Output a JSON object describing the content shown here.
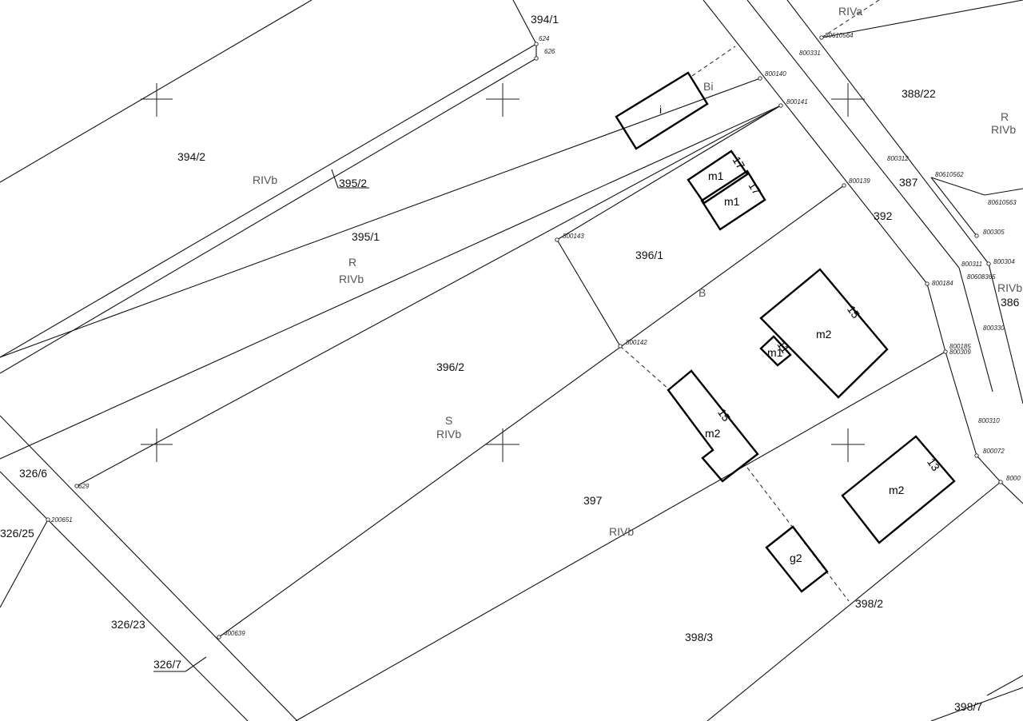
{
  "parcels": {
    "p394_1": "394/1",
    "p394_2": "394/2",
    "p395_2": "395/2",
    "p395_1": "395/1",
    "p396_1": "396/1",
    "p396_2": "396/2",
    "p397": "397",
    "p398_3": "398/3",
    "p398_2": "398/2",
    "p398_7": "398/7",
    "p388_22": "388/22",
    "p387": "387",
    "p392": "392",
    "p386": "386",
    "p326_6": "326/6",
    "p326_25": "326/25",
    "p326_23": "326/23",
    "p326_7": "326/7"
  },
  "land_use": {
    "rivb_a": "RIVb",
    "r_a": "R",
    "rivb_b": "RIVb",
    "s": "S",
    "rivb_c": "RIVb",
    "rivb_d": "RIVb",
    "r_b": "R",
    "rivb_e": "RIVb",
    "rivb_f": "RIVb",
    "riva": "RIVa",
    "b": "B",
    "bi": "Bi"
  },
  "buildings": {
    "i": "i",
    "m1_a": "m1",
    "m1_a_num": "17",
    "m1_b": "m1",
    "m1_b_num": "17",
    "m2_a": "m2",
    "m2_a_num": "15",
    "m1_small": "m1",
    "m1_small_num": "11",
    "m2_b": "m2",
    "m2_b_num": "15",
    "m2_c": "m2",
    "m2_c_num": "13",
    "g2": "g2"
  },
  "points": {
    "pt624": "624",
    "pt626": "626",
    "pt800140": "800140",
    "pt800141": "800141",
    "pt800331": "800331",
    "pt80610564": "80610564",
    "pt800312": "800312",
    "pt80610562": "80610562",
    "pt80610563": "80610563",
    "pt800139": "800139",
    "pt800143": "800143",
    "pt800305": "800305",
    "pt800311": "800311",
    "pt800304": "800304",
    "pt80608365": "80608365",
    "pt800184": "800184",
    "pt800330": "800330",
    "pt800142": "800142",
    "pt800185": "800185",
    "pt800309": "800309",
    "pt800310": "800310",
    "pt800072": "800072",
    "pt800edge": "8000",
    "pt629": "629",
    "pt200651": "200651",
    "pt400639": "400639"
  }
}
